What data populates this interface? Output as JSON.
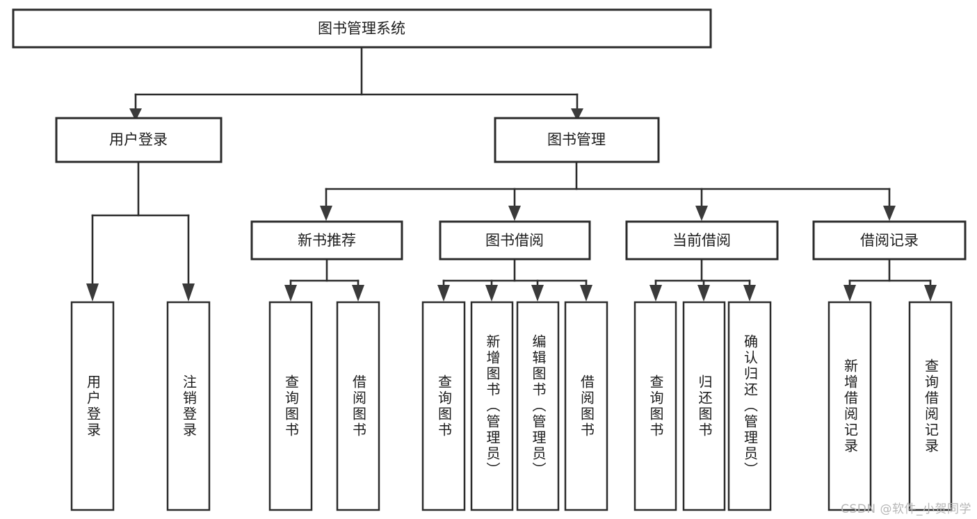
{
  "diagram": {
    "type": "tree-hierarchy",
    "title": "图书管理系统",
    "watermark": "CSDN @软件_小贺同学",
    "colors": {
      "background": "#ffffff",
      "stroke": "#2b2b2b",
      "text": "#1b1b1b",
      "watermark": "#b6b6b6"
    },
    "levels": {
      "root": {
        "label": "图书管理系统",
        "orientation": "horizontal"
      },
      "level2": [
        {
          "id": "user-login",
          "label": "用户登录",
          "orientation": "horizontal"
        },
        {
          "id": "book-management",
          "label": "图书管理",
          "orientation": "horizontal"
        }
      ],
      "level3": [
        {
          "id": "new-book-recommend",
          "label": "新书推荐",
          "orientation": "horizontal",
          "parent": "book-management"
        },
        {
          "id": "book-borrow",
          "label": "图书借阅",
          "orientation": "horizontal",
          "parent": "book-management"
        },
        {
          "id": "current-borrow",
          "label": "当前借阅",
          "orientation": "horizontal",
          "parent": "book-management"
        },
        {
          "id": "borrow-record",
          "label": "借阅记录",
          "orientation": "horizontal",
          "parent": "book-management"
        }
      ],
      "leaves": [
        {
          "id": "leaf-user-login",
          "label": "用户登录",
          "orientation": "vertical",
          "parent": "user-login"
        },
        {
          "id": "leaf-logout-login",
          "label": "注销登录",
          "orientation": "vertical",
          "parent": "user-login"
        },
        {
          "id": "leaf-query-book-1",
          "label": "查询图书",
          "orientation": "vertical",
          "parent": "new-book-recommend"
        },
        {
          "id": "leaf-borrow-book-1",
          "label": "借阅图书",
          "orientation": "vertical",
          "parent": "new-book-recommend"
        },
        {
          "id": "leaf-query-book-2",
          "label": "查询图书",
          "orientation": "vertical",
          "parent": "book-borrow"
        },
        {
          "id": "leaf-add-book",
          "label": "新增图书（管理员）",
          "orientation": "vertical",
          "parent": "book-borrow"
        },
        {
          "id": "leaf-edit-book",
          "label": "编辑图书（管理员）",
          "orientation": "vertical",
          "parent": "book-borrow"
        },
        {
          "id": "leaf-borrow-book-2",
          "label": "借阅图书",
          "orientation": "vertical",
          "parent": "book-borrow"
        },
        {
          "id": "leaf-query-book-3",
          "label": "查询图书",
          "orientation": "vertical",
          "parent": "current-borrow"
        },
        {
          "id": "leaf-return-book",
          "label": "归还图书",
          "orientation": "vertical",
          "parent": "current-borrow"
        },
        {
          "id": "leaf-confirm-return",
          "label": "确认归还（管理员）",
          "orientation": "vertical",
          "parent": "current-borrow"
        },
        {
          "id": "leaf-add-record",
          "label": "新增借阅记录",
          "orientation": "vertical",
          "parent": "borrow-record"
        },
        {
          "id": "leaf-query-record",
          "label": "查询借阅记录",
          "orientation": "vertical",
          "parent": "borrow-record"
        }
      ]
    }
  }
}
